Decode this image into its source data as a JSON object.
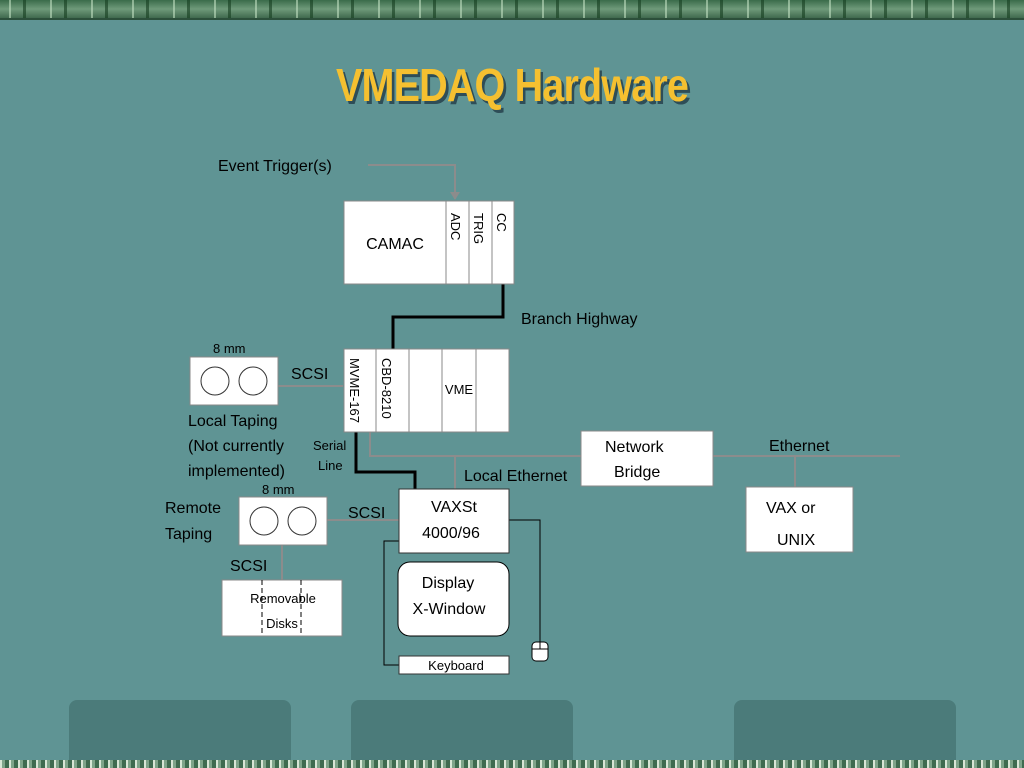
{
  "slide": {
    "title": "VMEDAQ Hardware"
  },
  "labels": {
    "event_trigger": "Event Trigger(s)",
    "camac": "CAMAC",
    "adc": "ADC",
    "trig": "TRIG",
    "cc": "CC",
    "branch_highway": "Branch Highway",
    "tape_8mm_local": "8 mm",
    "scsi_local": "SCSI",
    "mvme": "MVME-167",
    "cbd": "CBD-8210",
    "vme": "VME",
    "local_taping_1": "Local Taping",
    "local_taping_2": "(Not currently",
    "local_taping_3": "implemented)",
    "serial_1": "Serial",
    "serial_2": "Line",
    "network_1": "Network",
    "network_2": "Bridge",
    "ethernet": "Ethernet",
    "local_ethernet": "Local Ethernet",
    "tape_8mm_remote": "8 mm",
    "remote_1": "Remote",
    "remote_2": "Taping",
    "scsi_remote": "SCSI",
    "vaxst_1": "VAXSt",
    "vaxst_2": "4000/96",
    "vax_1": "VAX or",
    "vax_2": "UNIX",
    "scsi_disk": "SCSI",
    "disks_1": "Removable",
    "disks_2": "Disks",
    "display_1": "Display",
    "display_2": "X-Window",
    "keyboard": "Keyboard"
  },
  "colors": {
    "background": "#5f9494",
    "title": "#f5c030",
    "box_fill": "#ffffff",
    "connector_gray": "#8c8c8c",
    "connector_black": "#000000"
  },
  "icons": {
    "mouse": "mouse-icon",
    "tape_reels": "tape-reel-icon"
  }
}
